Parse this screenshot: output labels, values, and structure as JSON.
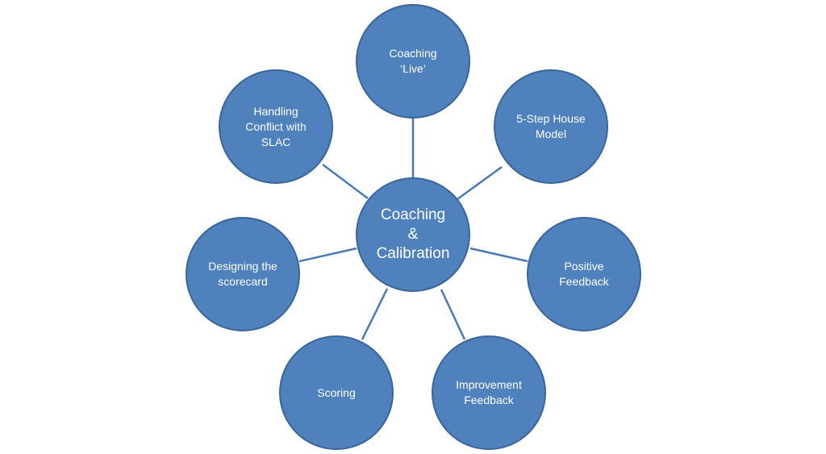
{
  "diagram": {
    "colors": {
      "node_fill": "#4f81bd",
      "node_border": "#3a669b",
      "connector": "#4a7ab5",
      "text": "#ffffff"
    },
    "hub": {
      "label": "Coaching\n&\nCalibration"
    },
    "spokes": [
      {
        "label": "Coaching\n‘Live’"
      },
      {
        "label": "5-Step House\nModel"
      },
      {
        "label": "Positive\nFeedback"
      },
      {
        "label": "Improvement\nFeedback"
      },
      {
        "label": "Scoring"
      },
      {
        "label": "Designing the\nscorecard"
      },
      {
        "label": "Handling\nConflict with\nSLAC"
      }
    ]
  }
}
